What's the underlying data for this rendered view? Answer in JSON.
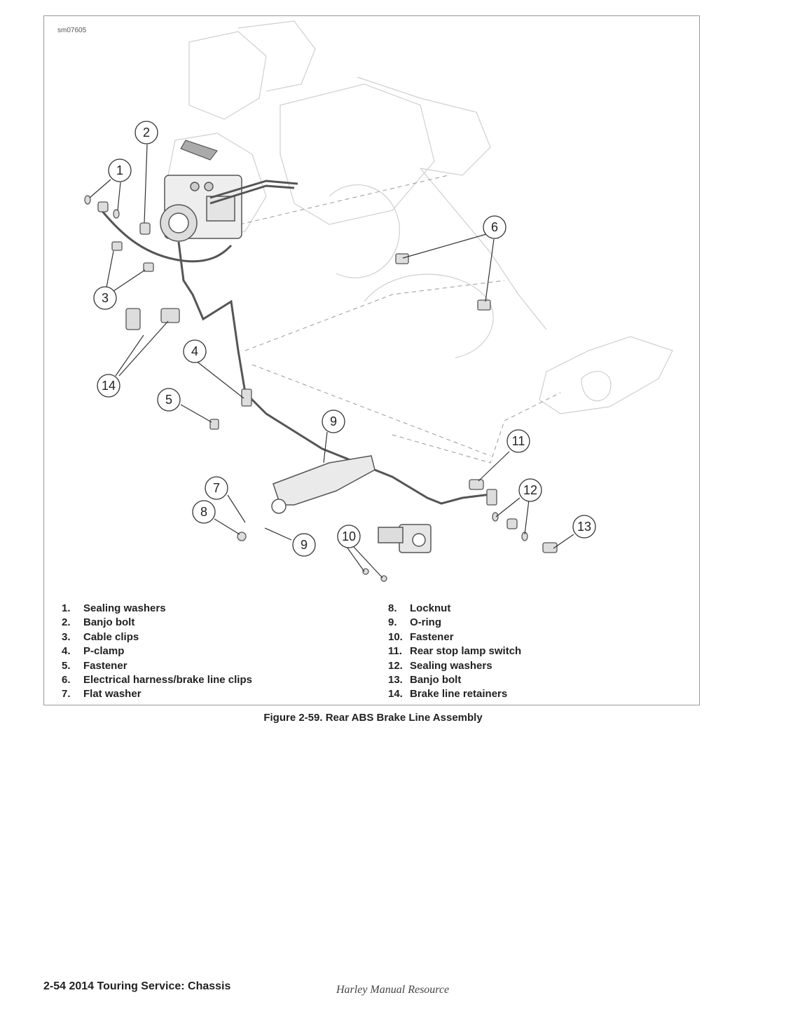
{
  "figure": {
    "id": "sm07605",
    "caption": "Figure 2-59. Rear ABS Brake Line Assembly",
    "callouts": [
      "1",
      "2",
      "3",
      "4",
      "5",
      "6",
      "7",
      "8",
      "9",
      "9",
      "10",
      "11",
      "12",
      "13",
      "14"
    ]
  },
  "legend": {
    "left": [
      {
        "num": "1.",
        "label": "Sealing washers"
      },
      {
        "num": "2.",
        "label": "Banjo bolt"
      },
      {
        "num": "3.",
        "label": "Cable clips"
      },
      {
        "num": "4.",
        "label": "P-clamp"
      },
      {
        "num": "5.",
        "label": "Fastener"
      },
      {
        "num": "6.",
        "label": "Electrical harness/brake line clips"
      },
      {
        "num": "7.",
        "label": "Flat washer"
      }
    ],
    "right": [
      {
        "num": "8.",
        "label": "Locknut"
      },
      {
        "num": "9.",
        "label": "O-ring"
      },
      {
        "num": "10.",
        "label": "Fastener"
      },
      {
        "num": "11.",
        "label": "Rear stop lamp switch"
      },
      {
        "num": "12.",
        "label": "Sealing washers"
      },
      {
        "num": "13.",
        "label": "Banjo bolt"
      },
      {
        "num": "14.",
        "label": "Brake line retainers"
      }
    ]
  },
  "footer": {
    "section": "2-54  2014 Touring Service:  Chassis",
    "source": "Harley Manual Resource"
  }
}
